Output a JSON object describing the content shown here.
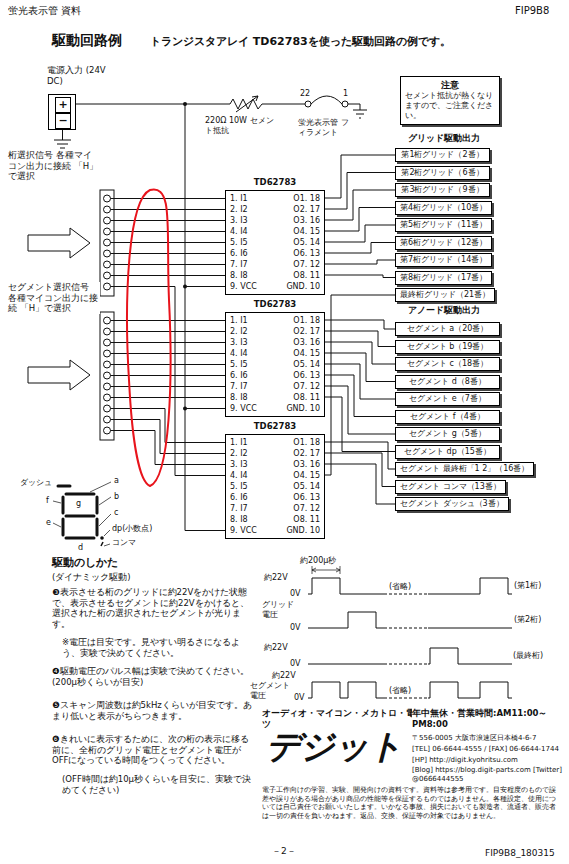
{
  "diagram": {
    "title": "駆動回路例",
    "nodes": [
      {
        "text": [
          "電源入力 (24V DC)",
          "+",
          "−"
        ]
      },
      {
        "text": [
          "注意",
          "セメント抵抗が熱くなりますので、ご注意ください。"
        ]
      },
      {
        "text": [
          "TD62783",
          "1. I1",
          "2. I2",
          "3. I3",
          "4. I4",
          "5. I5",
          "6. I6",
          "7. I7",
          "8. I8",
          "9. VCC",
          "O1. 18",
          "O2. 17",
          "O3. 16",
          "O4. 15",
          "O5. 14",
          "O6. 13",
          "O7. 12",
          "O8. 11",
          "GND. 10"
        ]
      },
      {
        "text": [
          "第1桁グリッド（2番）"
        ]
      },
      {
        "text": [
          "第2桁グリッド（6番）"
        ]
      },
      {
        "text": [
          "第3桁グリッド（9番）"
        ]
      },
      {
        "text": [
          "第4桁グリッド（10番）"
        ]
      },
      {
        "text": [
          "第5桁グリッド（11番）"
        ]
      },
      {
        "text": [
          "第6桁グリッド（12番）"
        ]
      },
      {
        "text": [
          "第7桁グリッド（14番）"
        ]
      },
      {
        "text": [
          "第8桁グリッド（17番）"
        ]
      },
      {
        "text": [
          "最終桁グリッド（21番）"
        ]
      },
      {
        "text": [
          "TD62783",
          "1. I1",
          "2. I2",
          "3. I3",
          "4. I4",
          "5. I5",
          "6. I6",
          "7. I7",
          "8. I8",
          "9. VCC",
          "O1. 18",
          "O2. 17",
          "O3. 16",
          "O4. 15",
          "O5. 14",
          "O6. 13",
          "O7. 12",
          "O8. 11",
          "GND. 10"
        ]
      },
      {
        "text": [
          "セグメント a（20番）"
        ]
      },
      {
        "text": [
          "セグメント b（19番）"
        ]
      },
      {
        "text": [
          "セグメント c（18番）"
        ]
      },
      {
        "text": [
          "セグメント d（8番）"
        ]
      },
      {
        "text": [
          "セグメント e（7番）"
        ]
      },
      {
        "text": [
          "セグメント f（4番）"
        ]
      },
      {
        "text": [
          "セグメント g（5番）"
        ]
      },
      {
        "text": [
          "セグメント dp（15番）"
        ]
      },
      {
        "text": [
          "セグメント 最終桁「1 2」（16番）"
        ]
      },
      {
        "text": [
          "セグメント コンマ（13番）"
        ]
      },
      {
        "text": [
          "セグメント ダッシュ（3番）"
        ]
      },
      {
        "text": [
          "TD62783",
          "1. I1",
          "2. I2",
          "3. I3",
          "4. I4",
          "5. I5",
          "6. I6",
          "7. I7",
          "8. I8",
          "9. VCC",
          "O1. 18",
          "O2. 17",
          "O3. 16",
          "O4. 15",
          "O5. 14",
          "O6. 13",
          "O7. 12",
          "O8. 11",
          "GND. 10"
        ]
      }
    ],
    "edges": [
      {
        "from": 2,
        "to": 3,
        "arrow": "none"
      },
      {
        "from": 2,
        "to": 4,
        "arrow": "none"
      },
      {
        "from": 2,
        "to": 5,
        "arrow": "none"
      },
      {
        "from": 2,
        "to": 6,
        "arrow": "none"
      },
      {
        "from": 2,
        "to": 7,
        "arrow": "none"
      },
      {
        "from": 2,
        "to": 8,
        "arrow": "none"
      },
      {
        "from": 2,
        "to": 9,
        "arrow": "none"
      },
      {
        "from": 2,
        "to": 10,
        "arrow": "none"
      },
      {
        "from": 24,
        "to": 11,
        "arrow": "none"
      },
      {
        "from": 12,
        "to": 13,
        "arrow": "none"
      },
      {
        "from": 12,
        "to": 14,
        "arrow": "none"
      },
      {
        "from": 12,
        "to": 15,
        "arrow": "none"
      },
      {
        "from": 12,
        "to": 16,
        "arrow": "none"
      },
      {
        "from": 12,
        "to": 17,
        "arrow": "none"
      },
      {
        "from": 12,
        "to": 18,
        "arrow": "none"
      },
      {
        "from": 12,
        "to": 19,
        "arrow": "none"
      },
      {
        "from": 12,
        "to": 20,
        "arrow": "none"
      },
      {
        "from": 24,
        "to": 21,
        "arrow": "none"
      },
      {
        "from": 24,
        "to": 22,
        "arrow": "none"
      },
      {
        "from": 24,
        "to": 23,
        "arrow": "none"
      }
    ],
    "labels": [
      "蛍光表示管 資料",
      "FIP9B8",
      "トランジスタアレイ TD62783を使った駆動回路の例です。",
      "220Ω 10W セメント抵抗",
      "22",
      "1",
      "蛍光表示管 フィラメント",
      "グリッド駆動出力",
      "桁選択信号 各種マイコン出力に接続 「H」で選択",
      "セグメント選択信号 各種マイコン出力に接続 「H」で選択",
      "アノード駆動出力",
      "ダッシュ",
      "a",
      "b",
      "f",
      "g",
      "c",
      "e",
      "d",
      "dp(小数点)",
      "コンマ",
      "駆動のしかた",
      "(ダイナミック駆動)",
      "❸表示させる桁のグリッドに約22Vをかけた状態で、表示させるセグメントに約22Vをかけると、選択された桁の選択されたセグメントが光ります。",
      "※電圧は目安です。見やすい明るさになるよう、実験で決めてください。",
      "❹駆動電圧のパルス幅は実験で決めてください。(200μ秒くらいが目安)",
      "❺スキャン周波数は約5kHzくらいが目安です。あまり低いと表示がちらつきます。",
      "❻きれいに表示するために、次の桁の表示に移る前に、全桁のグリッド電圧とセグメント電圧がOFFになっている時間をつくってください。",
      "(OFF時間は約10μ秒くらいを目安に、実験で決めてください)",
      "約200μ秒",
      "約22V",
      "0V",
      "グリッド 電圧",
      "0V",
      "約22V",
      "0V",
      "約22V",
      "セグメント 電圧",
      "0V",
      "(省略)",
      "(省略)",
      "(第1桁)",
      "(第2桁)",
      "(最終桁)",
      "オーディオ・マイコン・メカトロ・電子パーツ",
      "年中無休・営業時間:AM11:00～PM8:00",
      "デジット",
      "〒556-0005 大阪市浪速区日本橋4-6-7",
      "[TEL] 06-6644-4555 / [FAX] 06-6644-1744",
      "[HP] http://digit.kyohritsu.com",
      "[Blog] https://blog.digit-parts.com [Twitter] @0666444555",
      "電子工作向けの学習、実験、開発向けの資料です。資料等は参考用です。目安程度のもので誤差や誤りがある場合があり商品の性能等を保証するものではありません。各種設定、使用については自己責任でお願いいたします。いかなる事故、損失においても製造者、流通者、販売者は一切の責任を負いかねます。返品、交換、保証等の対象ではありません。",
      "－2－",
      "FIP9B8_180315"
    ]
  }
}
